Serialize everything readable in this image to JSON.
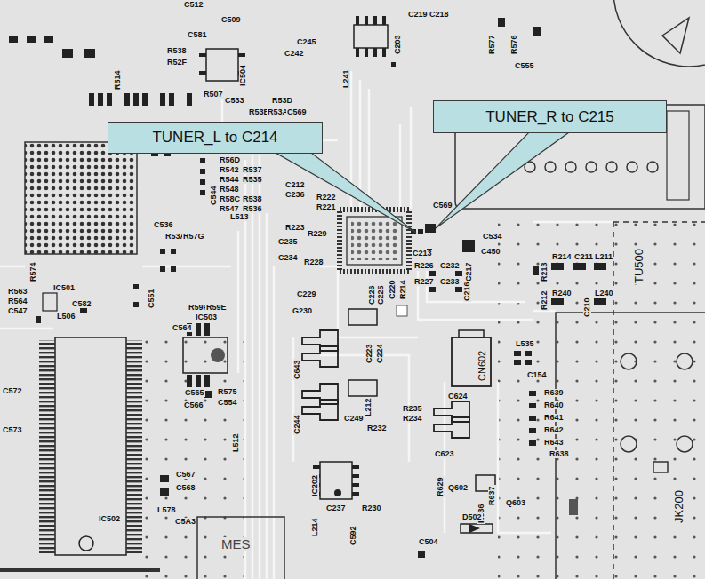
{
  "diagram": {
    "nodes": [
      {
        "text": [
          "TUNER_L to C214"
        ]
      },
      {
        "text": [
          "TUNER_R to C215"
        ]
      }
    ],
    "labels": [
      "C512",
      "C509",
      "C581",
      "C219",
      "C218",
      "R577",
      "R576",
      "C555",
      "R538",
      "R52F",
      "IC504",
      "C245",
      "C242",
      "C203",
      "L241",
      "C533",
      "R507",
      "R514",
      "R53D",
      "R53B",
      "R53A",
      "C569",
      "R56D",
      "R542",
      "R544",
      "R548",
      "R58C",
      "R547",
      "R537",
      "R535",
      "R538",
      "R536",
      "C544",
      "L513",
      "C536",
      "R53A",
      "R57G",
      "C212",
      "C236",
      "R222",
      "R221",
      "R223",
      "R229",
      "C235",
      "C234",
      "R228",
      "C569",
      "C213",
      "C534",
      "C450",
      "R226",
      "C232",
      "C217",
      "R227",
      "C233",
      "C216",
      "R213",
      "R214",
      "C211",
      "L211",
      "R212",
      "R240",
      "L240",
      "C210",
      "TU500",
      "C229",
      "G230",
      "C220",
      "R214",
      "IC501",
      "R574",
      "R563",
      "R564",
      "C547",
      "L506",
      "C582",
      "C551",
      "R59F",
      "R59E",
      "IC503",
      "C564",
      "C643",
      "L212",
      "CN602",
      "L535",
      "C154",
      "C624",
      "R639",
      "R640",
      "R641",
      "R642",
      "R643",
      "R638",
      "C623",
      "Q602",
      "Q603",
      "R629",
      "R636",
      "R637",
      "D502",
      "C504",
      "JK200",
      "C565",
      "C566",
      "R575",
      "C554",
      "L512",
      "C244",
      "R235",
      "R234",
      "C249",
      "R232",
      "IC202",
      "C237",
      "R230",
      "L214",
      "C592",
      "MES",
      "IC502",
      "C572",
      "C573",
      "C567",
      "C568",
      "L578",
      "C5A3",
      "C226",
      "C225",
      "C223",
      "C224"
    ]
  }
}
